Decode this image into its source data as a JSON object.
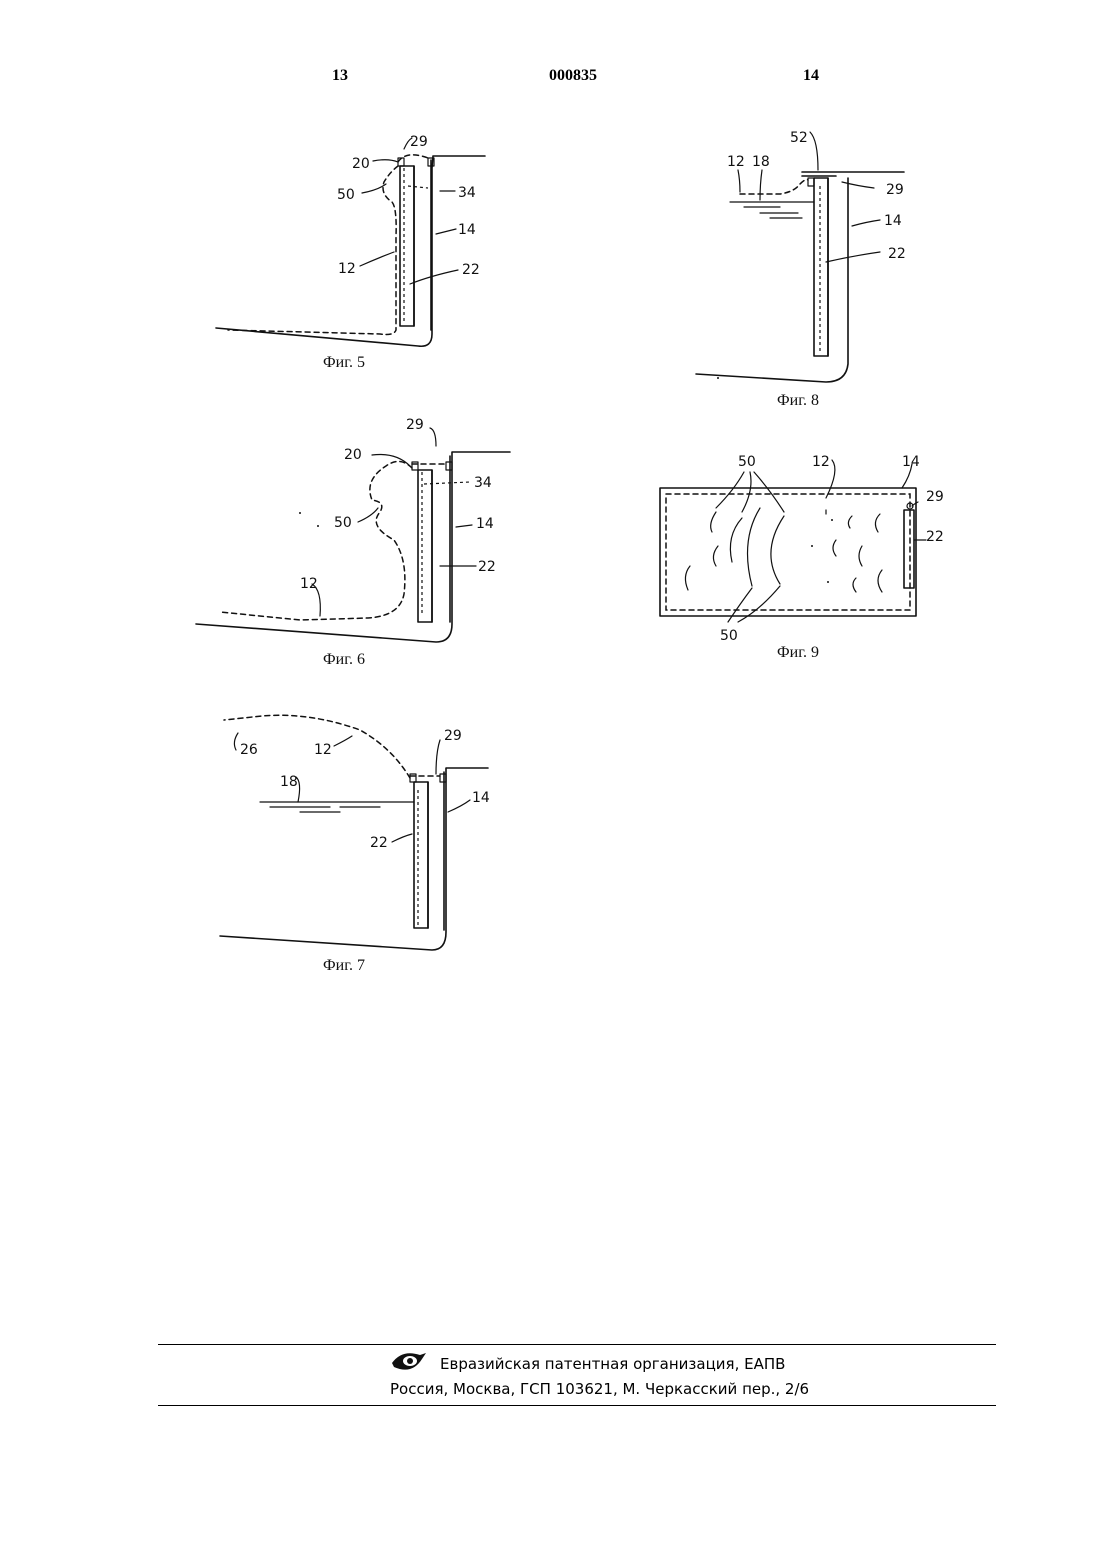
{
  "header": {
    "page_left": "13",
    "patent_number": "000835",
    "page_right": "14"
  },
  "figures": {
    "fig5": {
      "caption": "Фиг. 5",
      "labels": {
        "l29": "29",
        "l20": "20",
        "l50": "50",
        "l34": "34",
        "l14": "14",
        "l12": "12",
        "l22": "22"
      }
    },
    "fig6": {
      "caption": "Фиг. 6",
      "labels": {
        "l29": "29",
        "l20": "20",
        "l34": "34",
        "l50": "50",
        "l14": "14",
        "l22": "22",
        "l12": "12"
      }
    },
    "fig7": {
      "caption": "Фиг. 7",
      "labels": {
        "l26": "26",
        "l12": "12",
        "l29": "29",
        "l18": "18",
        "l14": "14",
        "l22": "22"
      }
    },
    "fig8": {
      "caption": "Фиг. 8",
      "labels": {
        "l52": "52",
        "l12": "12",
        "l18": "18",
        "l29": "29",
        "l14": "14",
        "l22": "22"
      }
    },
    "fig9": {
      "caption": "Фиг. 9",
      "labels": {
        "l50_top": "50",
        "l12": "12",
        "l14": "14",
        "l29": "29",
        "l22": "22",
        "l50_bottom": "50"
      }
    }
  },
  "footer": {
    "organization": "Евразийская патентная организация, ЕАПВ",
    "address": "Россия, Москва, ГСП 103621, М. Черкасский пер., 2/6",
    "logo_icon": "eapo-eye-logo"
  }
}
